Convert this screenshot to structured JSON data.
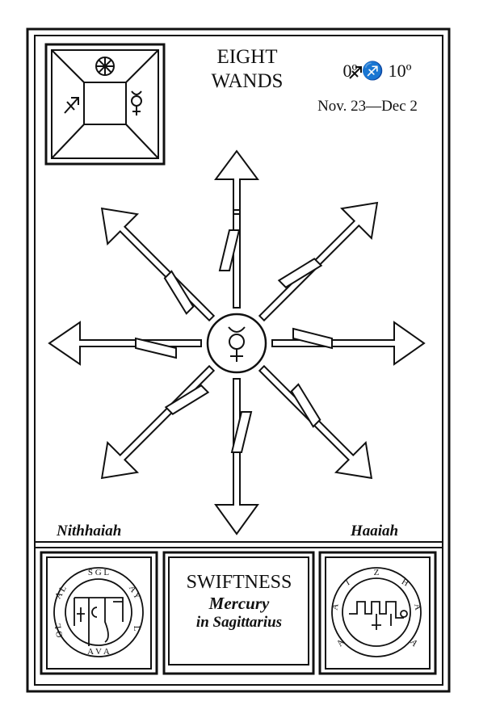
{
  "card": {
    "title_line1": "EIGHT",
    "title_line2": "WANDS",
    "degrees": "0º ♐ 10º",
    "dates": "Nov. 23—Dec 2",
    "angel_left": "Nithhaiah",
    "angel_right": "Haaiah",
    "meaning": {
      "line1": "SWIFTNESS",
      "line2": "Mercury",
      "line3": "in Sagittarius"
    },
    "symbols": {
      "center": "mercury-glyph",
      "corner_left": "sagittarius-glyph",
      "corner_right": "mercury-glyph",
      "corner_top": "sun-wheel-glyph"
    },
    "colors": {
      "ink": "#111111",
      "paper": "#ffffff"
    }
  }
}
